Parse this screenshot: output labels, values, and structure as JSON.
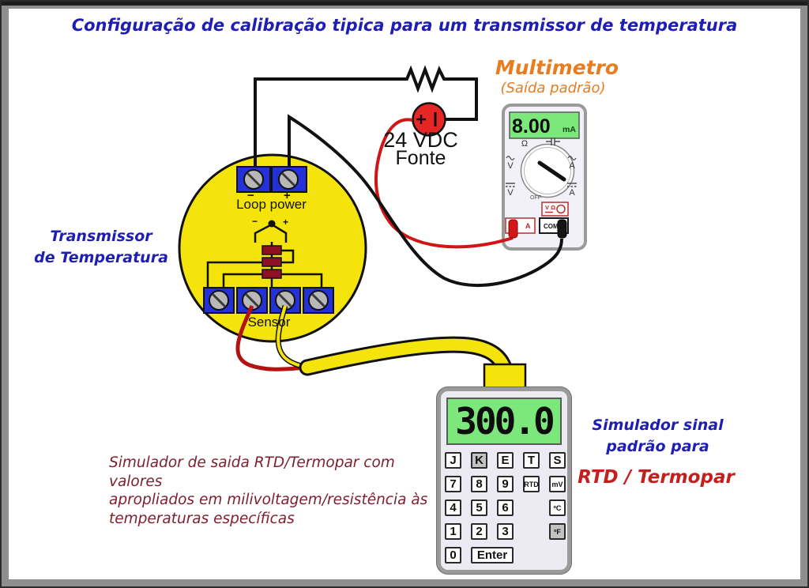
{
  "title": "Configuração de calibração tipica para um transmissor de temperatura",
  "colors": {
    "label_blue": "#1e1eb4",
    "label_orange": "#e87c1e",
    "caption_red": "#c41f1f",
    "description_maroon": "#7e2030",
    "transmitter_yellow": "#f4e40b",
    "terminal_blue": "#2430d8",
    "display_green": "#7ce87c",
    "battery_red": "#e62525",
    "resistor_maroon": "#8f1022"
  },
  "power_supply": {
    "line1": "24 VDC",
    "line2": "Fonte"
  },
  "multimeter": {
    "label": "Multimetro",
    "sublabel": "(Saída padrão)",
    "display_value": "8.00",
    "display_unit": "mA",
    "dial": {
      "ohm": "Ω",
      "ac_v": "V",
      "ac_a": "A",
      "dc_v": "V",
      "dc_a": "A",
      "off": "OFF"
    },
    "jacks": {
      "vohm": "V Ω",
      "a": "A",
      "com": "COM"
    }
  },
  "transmitter": {
    "name_line1": "Transmissor",
    "name_line2": "de Temperatura",
    "top_terminal_label": "Loop power",
    "bottom_terminal_label": "Sensor",
    "minus": "−",
    "plus": "+"
  },
  "simulator": {
    "display_value": "300.0",
    "caption_line1": "Simulador sinal",
    "caption_line2": "padrão para",
    "caption_red": "RTD / Termopar",
    "keys": [
      [
        {
          "label": "J"
        },
        {
          "label": "K",
          "active": true
        },
        {
          "label": "E"
        },
        {
          "label": "T"
        },
        {
          "label": "S"
        }
      ],
      [
        {
          "label": "7"
        },
        {
          "label": "8"
        },
        {
          "label": "9"
        },
        {
          "label": "RTD",
          "small": true
        },
        {
          "label": "mV",
          "small": true
        }
      ],
      [
        {
          "label": "4"
        },
        {
          "label": "5"
        },
        {
          "label": "6"
        },
        {
          "label": ""
        },
        {
          "label": "ºC",
          "small": true
        }
      ],
      [
        {
          "label": "1"
        },
        {
          "label": "2"
        },
        {
          "label": "3"
        },
        {
          "label": ""
        },
        {
          "label": "ºF",
          "small": true,
          "active": true
        }
      ],
      [
        {
          "label": "0"
        },
        {
          "label": "Enter",
          "wide": true
        }
      ]
    ]
  },
  "description": {
    "line1": "Simulador de saida RTD/Termopar com valores",
    "line2": "apropliados em milivoltagem/resistência às",
    "line3": "temperaturas específicas"
  }
}
